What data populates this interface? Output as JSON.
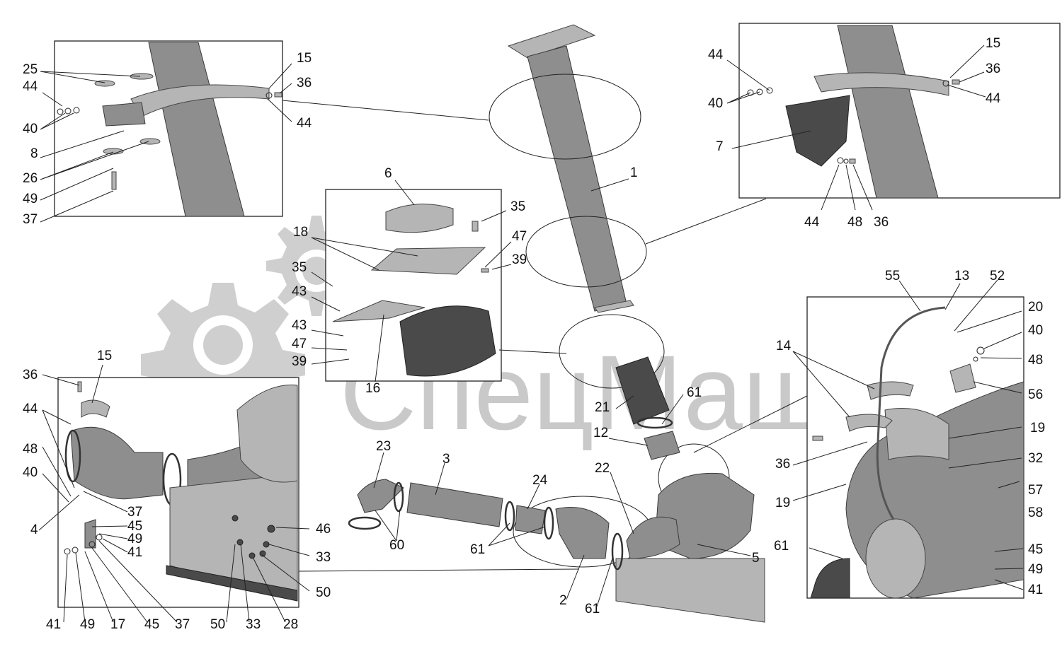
{
  "watermark": {
    "text": "СпецМаш",
    "color": "#c9c9c9"
  },
  "colors": {
    "part_fill": "#8e8e8e",
    "part_light": "#b5b5b5",
    "part_dark": "#4a4a4a",
    "line": "#222222"
  },
  "callouts": [
    {
      "id": "c25a",
      "text": "25"
    },
    {
      "id": "c44a",
      "text": "44"
    },
    {
      "id": "c40a",
      "text": "40"
    },
    {
      "id": "c8",
      "text": "8"
    },
    {
      "id": "c26",
      "text": "26"
    },
    {
      "id": "c49a",
      "text": "49"
    },
    {
      "id": "c37a",
      "text": "37"
    },
    {
      "id": "c15a",
      "text": "15"
    },
    {
      "id": "c36a",
      "text": "36"
    },
    {
      "id": "c44b",
      "text": "44"
    },
    {
      "id": "c6",
      "text": "6"
    },
    {
      "id": "c35a",
      "text": "35"
    },
    {
      "id": "c18",
      "text": "18"
    },
    {
      "id": "c47a",
      "text": "47"
    },
    {
      "id": "c39a",
      "text": "39"
    },
    {
      "id": "c35b",
      "text": "35"
    },
    {
      "id": "c43a",
      "text": "43"
    },
    {
      "id": "c43b",
      "text": "43"
    },
    {
      "id": "c47b",
      "text": "47"
    },
    {
      "id": "c39b",
      "text": "39"
    },
    {
      "id": "c16",
      "text": "16"
    },
    {
      "id": "c1",
      "text": "1"
    },
    {
      "id": "c44c",
      "text": "44"
    },
    {
      "id": "c40b",
      "text": "40"
    },
    {
      "id": "c7",
      "text": "7"
    },
    {
      "id": "c15b",
      "text": "15"
    },
    {
      "id": "c36b",
      "text": "36"
    },
    {
      "id": "c44d",
      "text": "44"
    },
    {
      "id": "c44e",
      "text": "44"
    },
    {
      "id": "c48a",
      "text": "48"
    },
    {
      "id": "c36c",
      "text": "36"
    },
    {
      "id": "c55",
      "text": "55"
    },
    {
      "id": "c13",
      "text": "13"
    },
    {
      "id": "c52",
      "text": "52"
    },
    {
      "id": "c20",
      "text": "20"
    },
    {
      "id": "c40c",
      "text": "40"
    },
    {
      "id": "c48b",
      "text": "48"
    },
    {
      "id": "c14",
      "text": "14"
    },
    {
      "id": "c56",
      "text": "56"
    },
    {
      "id": "c19a",
      "text": "19"
    },
    {
      "id": "c32",
      "text": "32"
    },
    {
      "id": "c36d",
      "text": "36"
    },
    {
      "id": "c19b",
      "text": "19"
    },
    {
      "id": "c57",
      "text": "57"
    },
    {
      "id": "c58",
      "text": "58"
    },
    {
      "id": "c61a",
      "text": "61"
    },
    {
      "id": "c45a",
      "text": "45"
    },
    {
      "id": "c49b",
      "text": "49"
    },
    {
      "id": "c41a",
      "text": "41"
    },
    {
      "id": "c36e",
      "text": "36"
    },
    {
      "id": "c15c",
      "text": "15"
    },
    {
      "id": "c44f",
      "text": "44"
    },
    {
      "id": "c48c",
      "text": "48"
    },
    {
      "id": "c40d",
      "text": "40"
    },
    {
      "id": "c4",
      "text": "4"
    },
    {
      "id": "c37b",
      "text": "37"
    },
    {
      "id": "c45b",
      "text": "45"
    },
    {
      "id": "c49c",
      "text": "49"
    },
    {
      "id": "c41b",
      "text": "41"
    },
    {
      "id": "c46",
      "text": "46"
    },
    {
      "id": "c33a",
      "text": "33"
    },
    {
      "id": "c50a",
      "text": "50"
    },
    {
      "id": "c41c",
      "text": "41"
    },
    {
      "id": "c49d",
      "text": "49"
    },
    {
      "id": "c17",
      "text": "17"
    },
    {
      "id": "c45c",
      "text": "45"
    },
    {
      "id": "c37c",
      "text": "37"
    },
    {
      "id": "c50b",
      "text": "50"
    },
    {
      "id": "c33b",
      "text": "33"
    },
    {
      "id": "c28",
      "text": "28"
    },
    {
      "id": "c23",
      "text": "23"
    },
    {
      "id": "c3",
      "text": "3"
    },
    {
      "id": "c24",
      "text": "24"
    },
    {
      "id": "c60",
      "text": "60"
    },
    {
      "id": "c61b",
      "text": "61"
    },
    {
      "id": "c22",
      "text": "22"
    },
    {
      "id": "c21",
      "text": "21"
    },
    {
      "id": "c61c",
      "text": "61"
    },
    {
      "id": "c12",
      "text": "12"
    },
    {
      "id": "c5",
      "text": "5"
    },
    {
      "id": "c2",
      "text": "2"
    },
    {
      "id": "c61d",
      "text": "61"
    }
  ]
}
